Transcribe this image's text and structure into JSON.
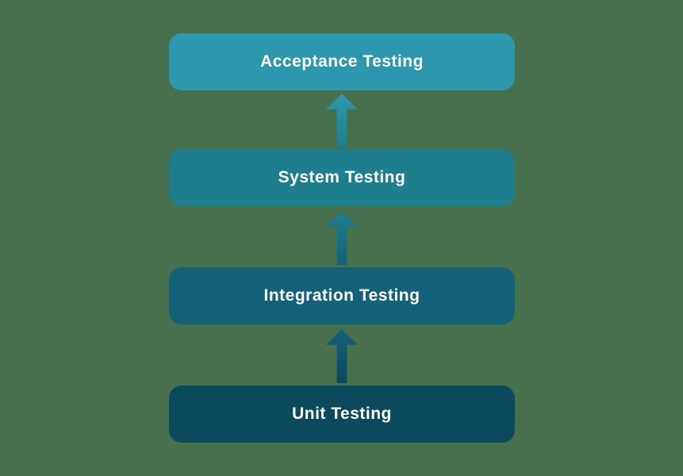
{
  "diagram": {
    "background_color": "#47714C",
    "text_color": "#FFFFFF",
    "levels": [
      {
        "position": "top",
        "label": "Acceptance Testing",
        "color": "#2D97AE"
      },
      {
        "position": "upper-middle",
        "label": "System Testing",
        "color": "#1F7E8E"
      },
      {
        "position": "lower-middle",
        "label": "Integration Testing",
        "color": "#14617A"
      },
      {
        "position": "bottom",
        "label": "Unit Testing",
        "color": "#0B4A5D"
      }
    ],
    "arrows": [
      {
        "from": "Unit Testing",
        "to": "Integration Testing",
        "direction": "up",
        "from_color": "#0B4A5D",
        "to_color": "#14617A"
      },
      {
        "from": "Integration Testing",
        "to": "System Testing",
        "direction": "up",
        "from_color": "#14617A",
        "to_color": "#1F7E8E"
      },
      {
        "from": "System Testing",
        "to": "Acceptance Testing",
        "direction": "up",
        "from_color": "#1F7E8E",
        "to_color": "#2D97AE"
      }
    ]
  }
}
